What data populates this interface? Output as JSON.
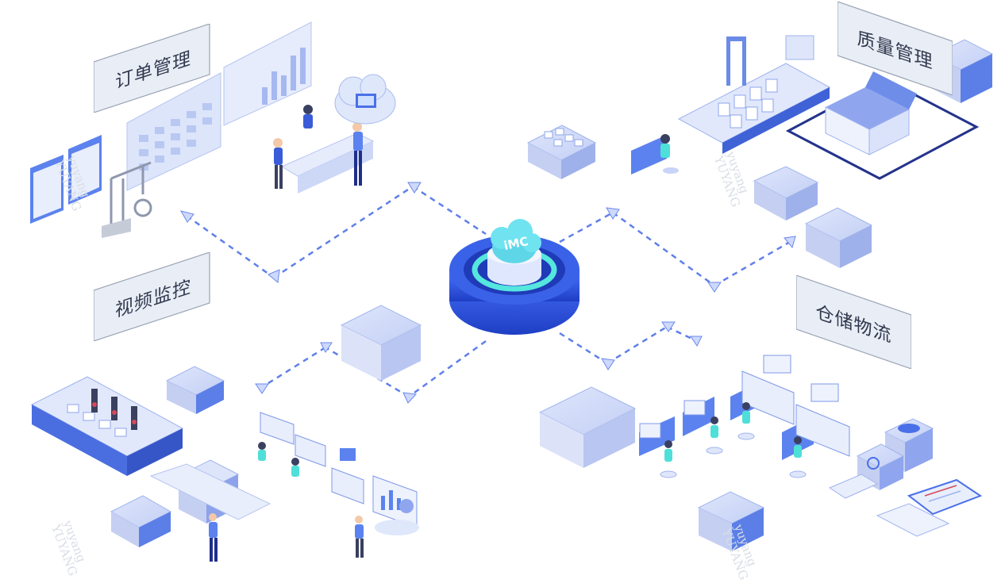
{
  "center": {
    "logo_text": "iMC"
  },
  "modules": {
    "order": "订单管理",
    "quality": "质量管理",
    "video": "视频监控",
    "logistics": "仓储物流"
  },
  "icons": [
    "cloud-server-icon",
    "conveyor-icon",
    "crane-icon",
    "warehouse-icon",
    "operator-desk-icon",
    "server-rack-icon",
    "forklift-icon",
    "clipboard-icon"
  ],
  "watermark": {
    "line1": "yuyang",
    "line2": "YUYANG"
  },
  "colors": {
    "primary": "#3f6ff0",
    "light": "#e6ecfc",
    "plate": "#e9eef6",
    "accent": "#4ee0d8"
  }
}
